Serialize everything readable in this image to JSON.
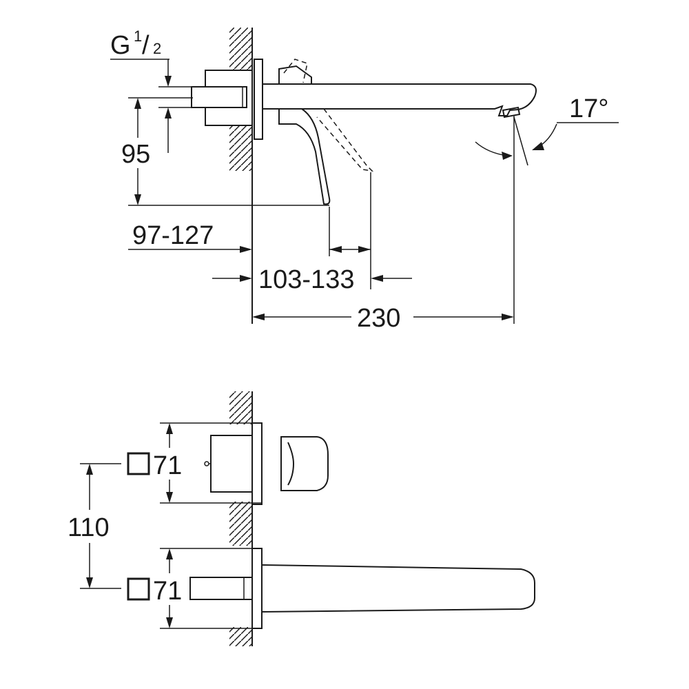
{
  "labels": {
    "thread_main": "G",
    "thread_num": "1",
    "thread_slash": "/",
    "thread_den": "2",
    "dim_95": "95",
    "dim_97_127": "97-127",
    "dim_103_133": "103-133",
    "dim_230": "230",
    "angle_17": "17°",
    "dim_110": "110",
    "dim_71_top": "71",
    "dim_71_bottom": "71"
  }
}
